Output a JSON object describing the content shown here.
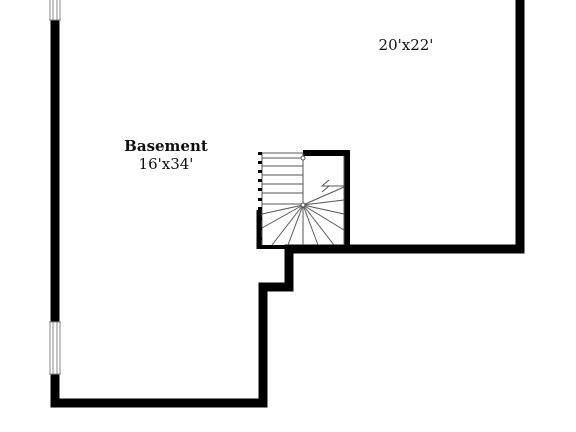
{
  "rooms": [
    {
      "name": "Basement",
      "dimensions": "16'x34'"
    },
    {
      "name": "",
      "dimensions": "20'x22'"
    }
  ],
  "colors": {
    "wall": "#000000",
    "background": "#ffffff",
    "stair_lines": "#555555",
    "window": "#888888"
  }
}
